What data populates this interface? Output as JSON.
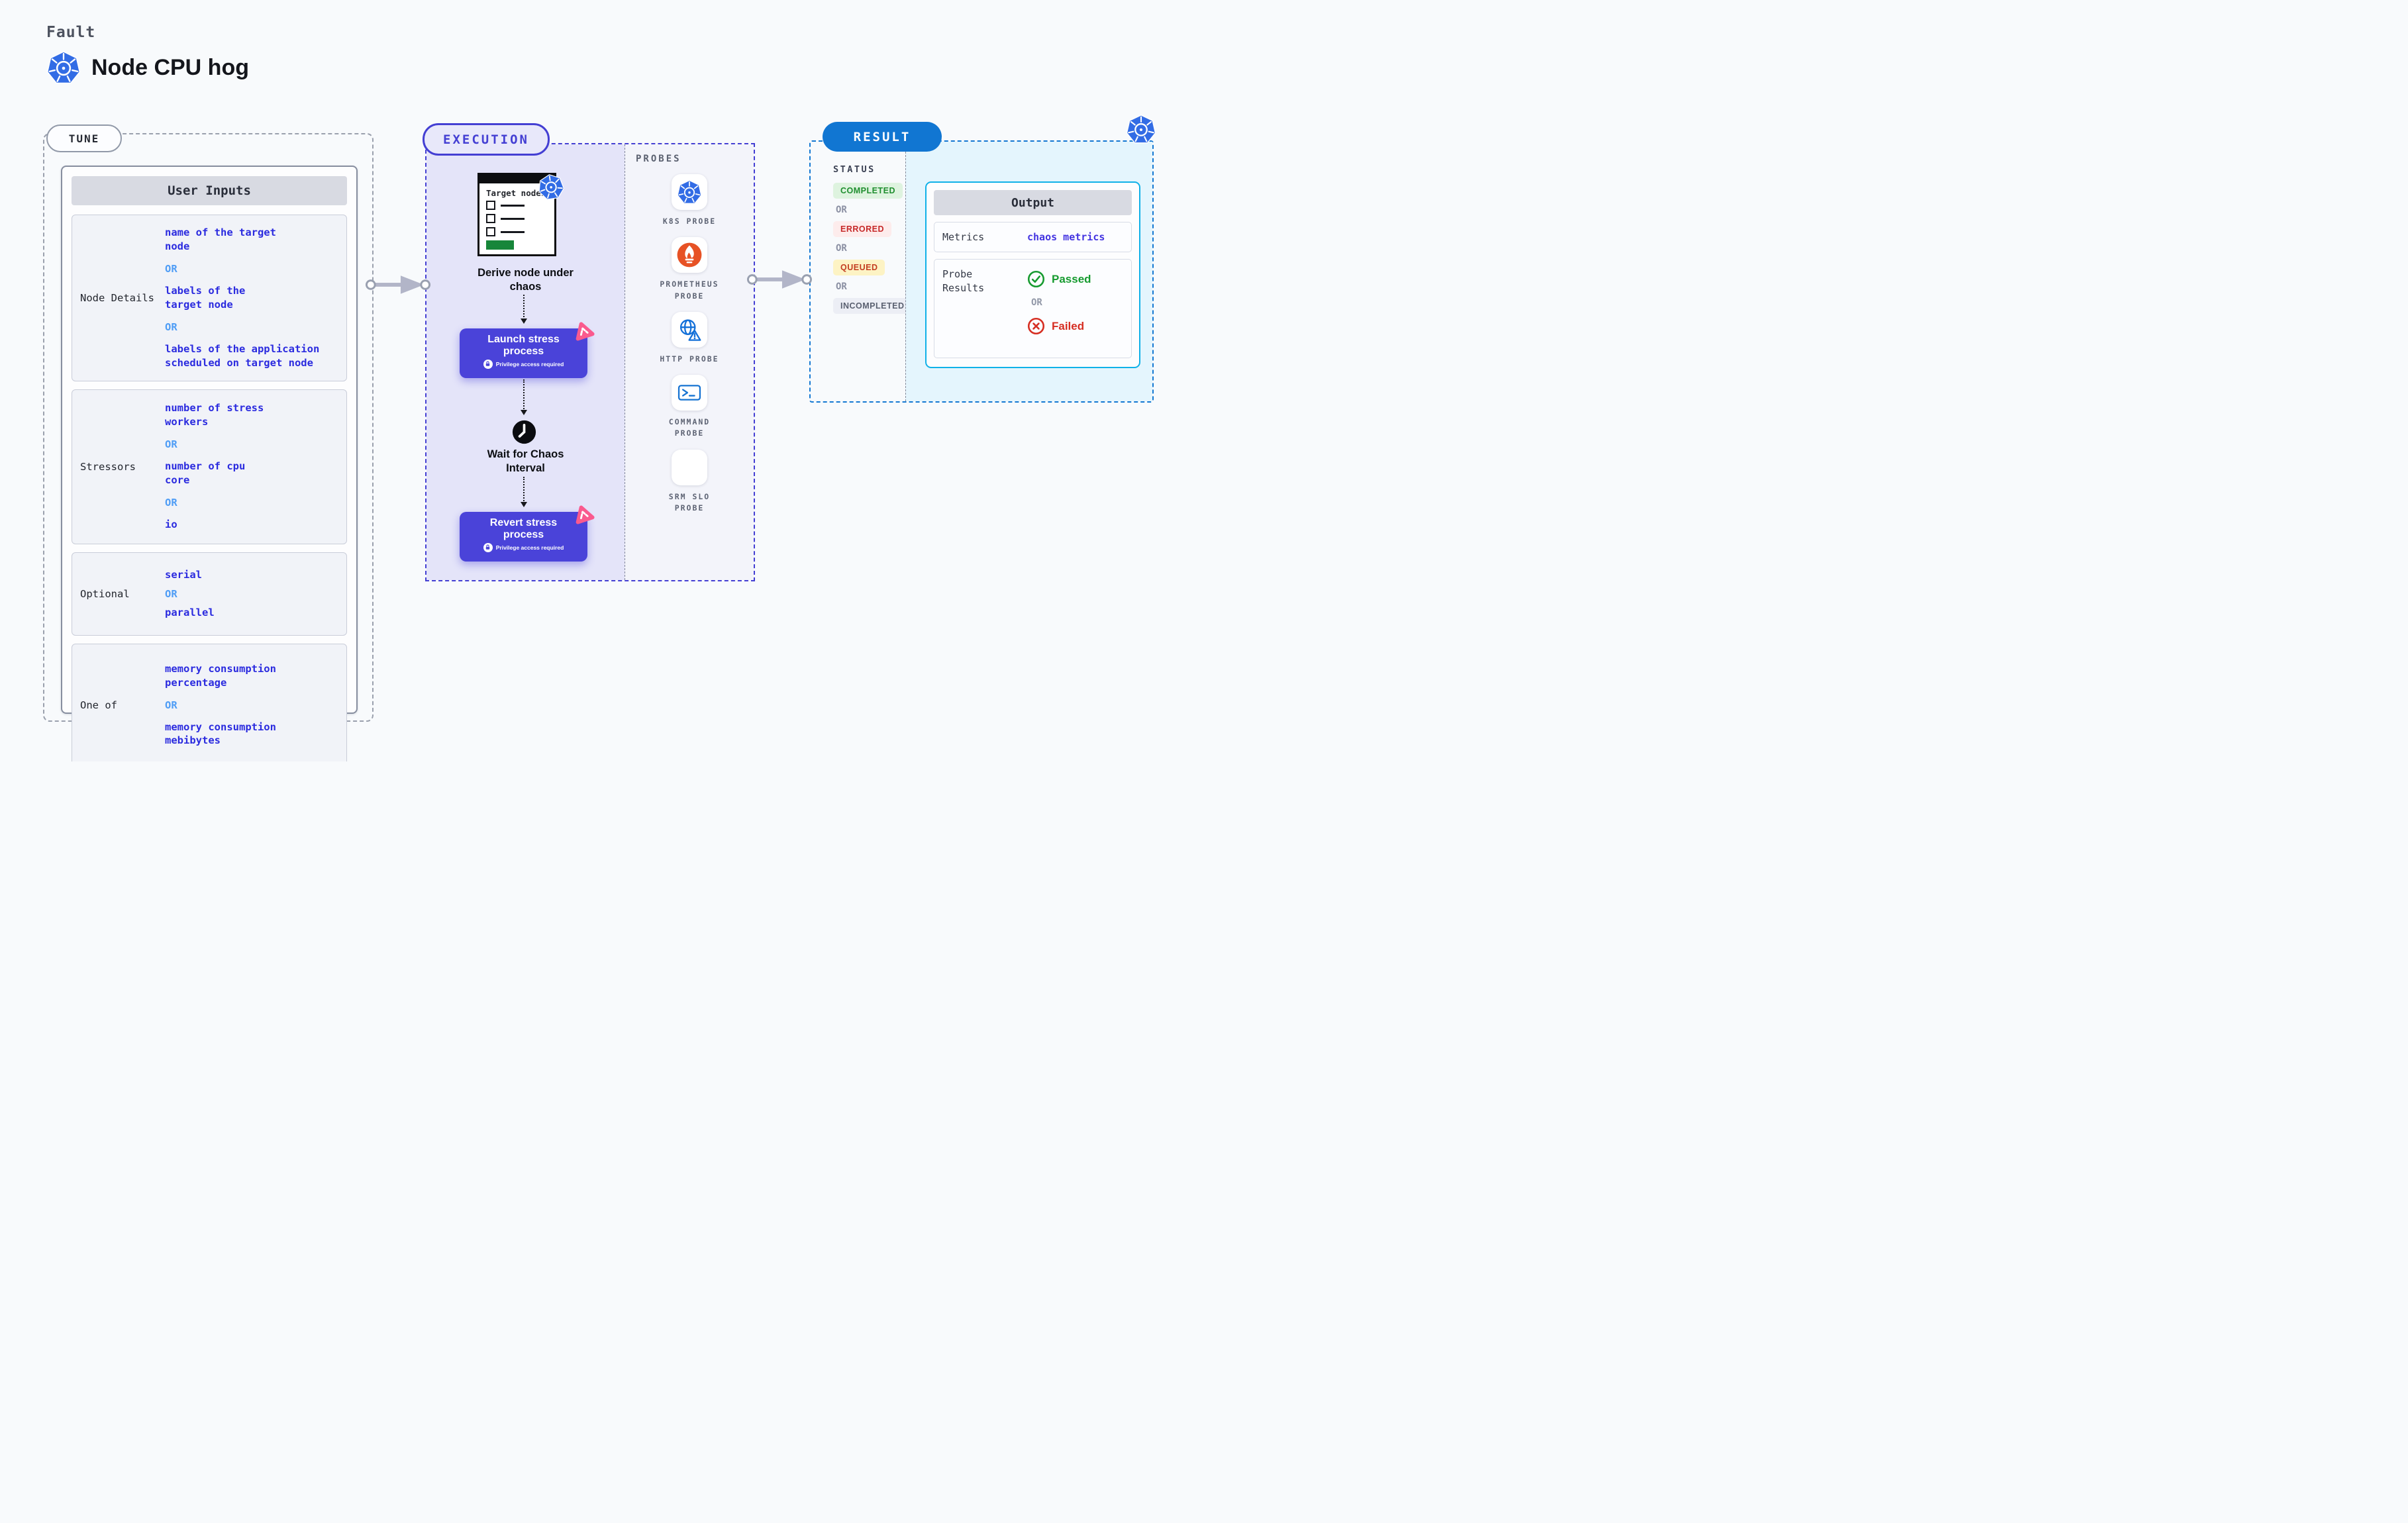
{
  "header": {
    "kicker": "Fault",
    "title": "Node CPU hog"
  },
  "tune": {
    "badge": "TUNE",
    "or": "OR",
    "table": {
      "title": "User Inputs",
      "rows": [
        {
          "label": "Node Details",
          "options": [
            "name of the target\nnode",
            "labels of the\ntarget node",
            "labels of the application\nscheduled on target node"
          ]
        },
        {
          "label": "Stressors",
          "options": [
            "number of stress\nworkers",
            "number of cpu\ncore",
            "io"
          ]
        },
        {
          "label": "Optional",
          "options": [
            "serial",
            "parallel"
          ]
        },
        {
          "label": "One of",
          "options": [
            "memory consumption\npercentage",
            "memory consumption\nmebibytes"
          ]
        }
      ]
    }
  },
  "execution": {
    "badge": "EXECUTION",
    "target_card": {
      "title": "Target nodes"
    },
    "derive_label": "Derive node under\nchaos",
    "launch": {
      "title": "Launch stress\nprocess",
      "note": "Privilege access required"
    },
    "wait_label": "Wait for Chaos\nInterval",
    "revert": {
      "title": "Revert stress\nprocess",
      "note": "Privilege access required"
    }
  },
  "probes": {
    "title": "PROBES",
    "items": [
      {
        "label": "K8S PROBE",
        "icon": "kubernetes-icon"
      },
      {
        "label": "PROMETHEUS\nPROBE",
        "icon": "prometheus-icon"
      },
      {
        "label": "HTTP PROBE",
        "icon": "globe-alert-icon"
      },
      {
        "label": "COMMAND\nPROBE",
        "icon": "terminal-icon"
      },
      {
        "label": "SRM SLO\nPROBE",
        "icon": "slo-check-icon"
      }
    ]
  },
  "result": {
    "badge": "RESULT",
    "status_title": "STATUS",
    "or": "OR",
    "statuses": [
      {
        "label": "COMPLETED",
        "color": "#1e8e2e",
        "bg": "#def3df"
      },
      {
        "label": "ERRORED",
        "color": "#c62828",
        "bg": "#fdecec"
      },
      {
        "label": "QUEUED",
        "color": "#c33d20",
        "bg": "#fdf3c4"
      },
      {
        "label": "INCOMPLETED",
        "color": "#5a6070",
        "bg": "#eceef5"
      }
    ],
    "output": {
      "title": "Output",
      "metrics_label": "Metrics",
      "metrics_value": "chaos metrics",
      "probe_label": "Probe\nResults",
      "passed": "Passed",
      "failed": "Failed"
    }
  },
  "colors": {
    "accent_indigo": "#443fd3",
    "button_purple": "#4a43d9",
    "lavender_bg": "#e4e4f9",
    "result_blue": "#1176d2",
    "cyan_border": "#10b1e8",
    "cyan_bg": "#e4f5fd",
    "option_blue": "#2b2bdf",
    "or_blue": "#4f9df6",
    "passed_green": "#179b30",
    "failed_red": "#d62e22",
    "kubernetes_blue": "#326ce5",
    "prometheus_orange": "#e75225",
    "pink_accent": "#fa5a8e",
    "target_green": "#17863a"
  }
}
